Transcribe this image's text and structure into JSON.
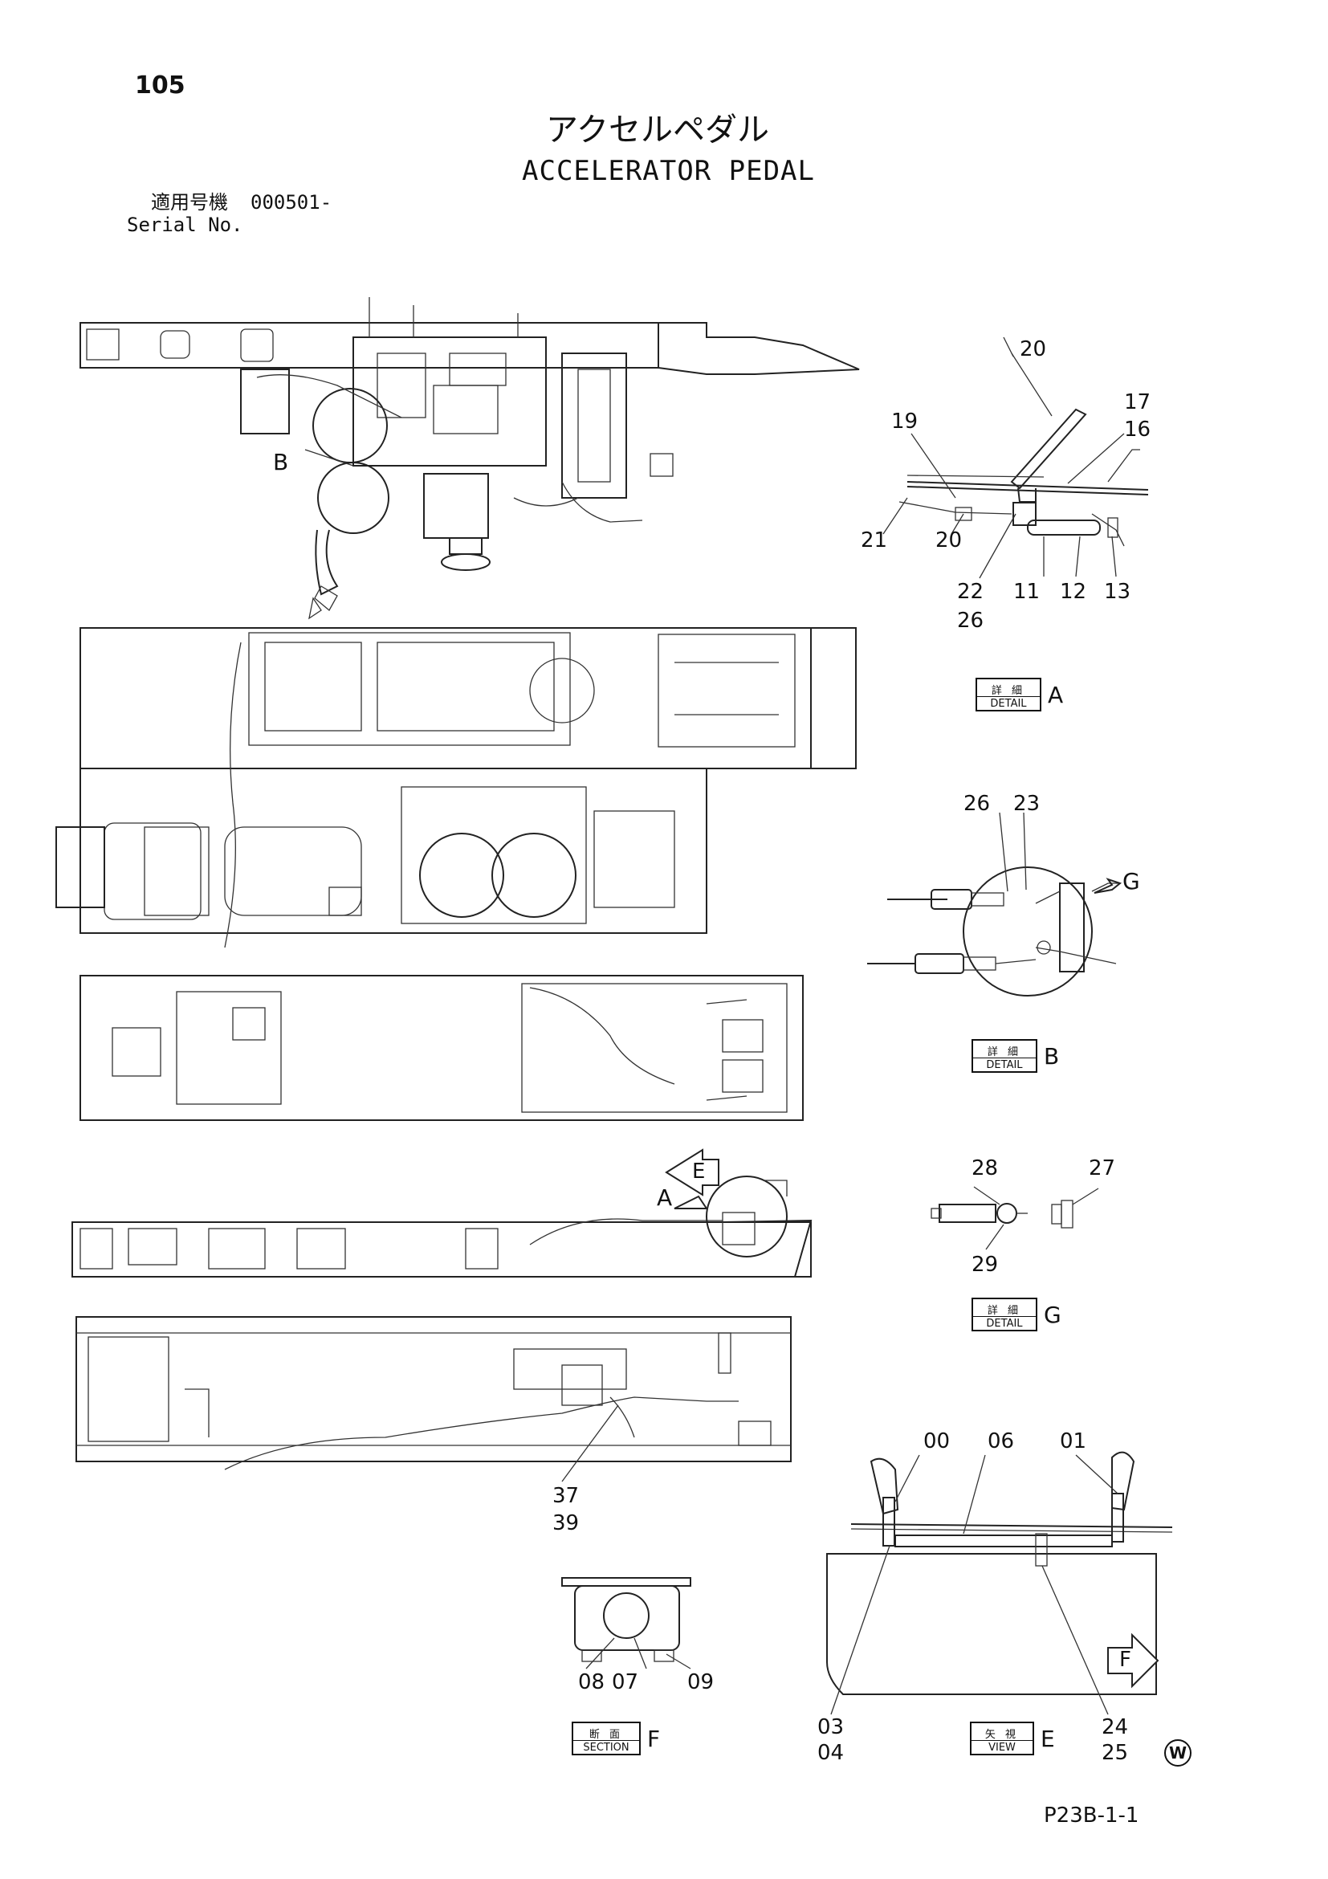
{
  "header": {
    "page_number": "105",
    "title_jp": "アクセルペダル",
    "title_en": "ACCELERATOR PEDAL",
    "serial_label_jp": "適用号機",
    "serial_value": "000501-",
    "serial_label_en": "Serial No."
  },
  "badges": [
    {
      "jp": "詳 細",
      "en": "DETAIL",
      "letter": "A"
    },
    {
      "jp": "詳 細",
      "en": "DETAIL",
      "letter": "B"
    },
    {
      "jp": "詳 細",
      "en": "DETAIL",
      "letter": "G"
    },
    {
      "jp": "断 面",
      "en": "SECTION",
      "letter": "F"
    },
    {
      "jp": "矢 視",
      "en": "VIEW",
      "letter": "E"
    }
  ],
  "callouts": {
    "c20a": "20",
    "c17": "17",
    "c16": "16",
    "c19": "19",
    "c21": "21",
    "c20b": "20",
    "c22": "22",
    "c26a": "26",
    "c11": "11",
    "c12": "12",
    "c13": "13",
    "c26b": "26",
    "c23": "23",
    "c28": "28",
    "c27": "27",
    "c29": "29",
    "c00": "00",
    "c06": "06",
    "c01": "01",
    "c37": "37",
    "c39": "39",
    "c08": "08",
    "c07": "07",
    "c09": "09",
    "c03": "03",
    "c04": "04",
    "c24": "24",
    "c25": "25",
    "view_a": "A",
    "view_b": "B",
    "view_g": "G",
    "view_e": "E",
    "view_f": "F"
  },
  "footer": {
    "drawing_code": "P23B-1-1",
    "circle_mark": "W"
  }
}
